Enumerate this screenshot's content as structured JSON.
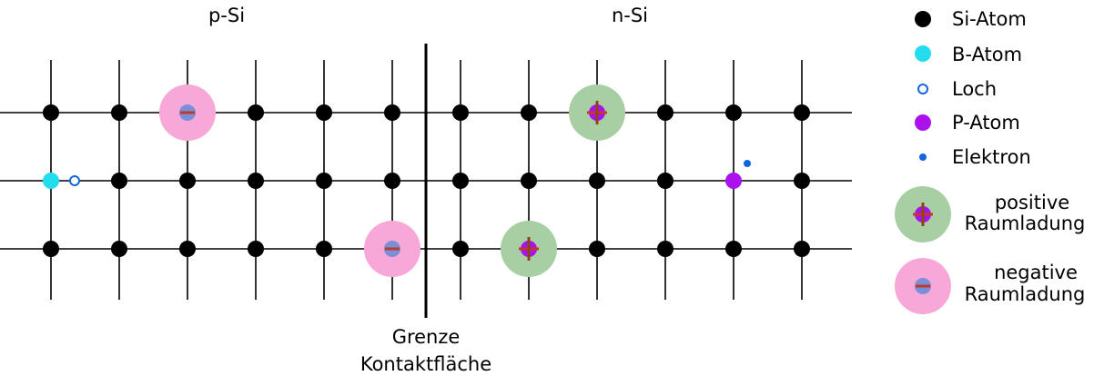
{
  "diagram": {
    "region_left_label": "p-Si",
    "region_right_label": "n-Si",
    "boundary_label_line1": "Grenze",
    "boundary_label_line2": "Kontaktfläche"
  },
  "legend": {
    "si_atom": "Si-Atom",
    "b_atom": "B-Atom",
    "hole": "Loch",
    "p_atom": "P-Atom",
    "electron": "Elektron",
    "positive_line1": "positive",
    "positive_line2": "Raumladung",
    "negative_line1": "negative",
    "negative_line2": "Raumladung"
  },
  "colors": {
    "si_atom": "#000000",
    "b_atom": "#22ddee",
    "hole": "#1166dd",
    "p_atom": "#aa11ee",
    "electron": "#1166dd",
    "positive_halo": "#a8cfa4",
    "negative_halo": "#f8a8d8",
    "ion_core": "#7a8fd8",
    "charge_mark": "#c0392b",
    "positive_plus": "#8b4513"
  }
}
